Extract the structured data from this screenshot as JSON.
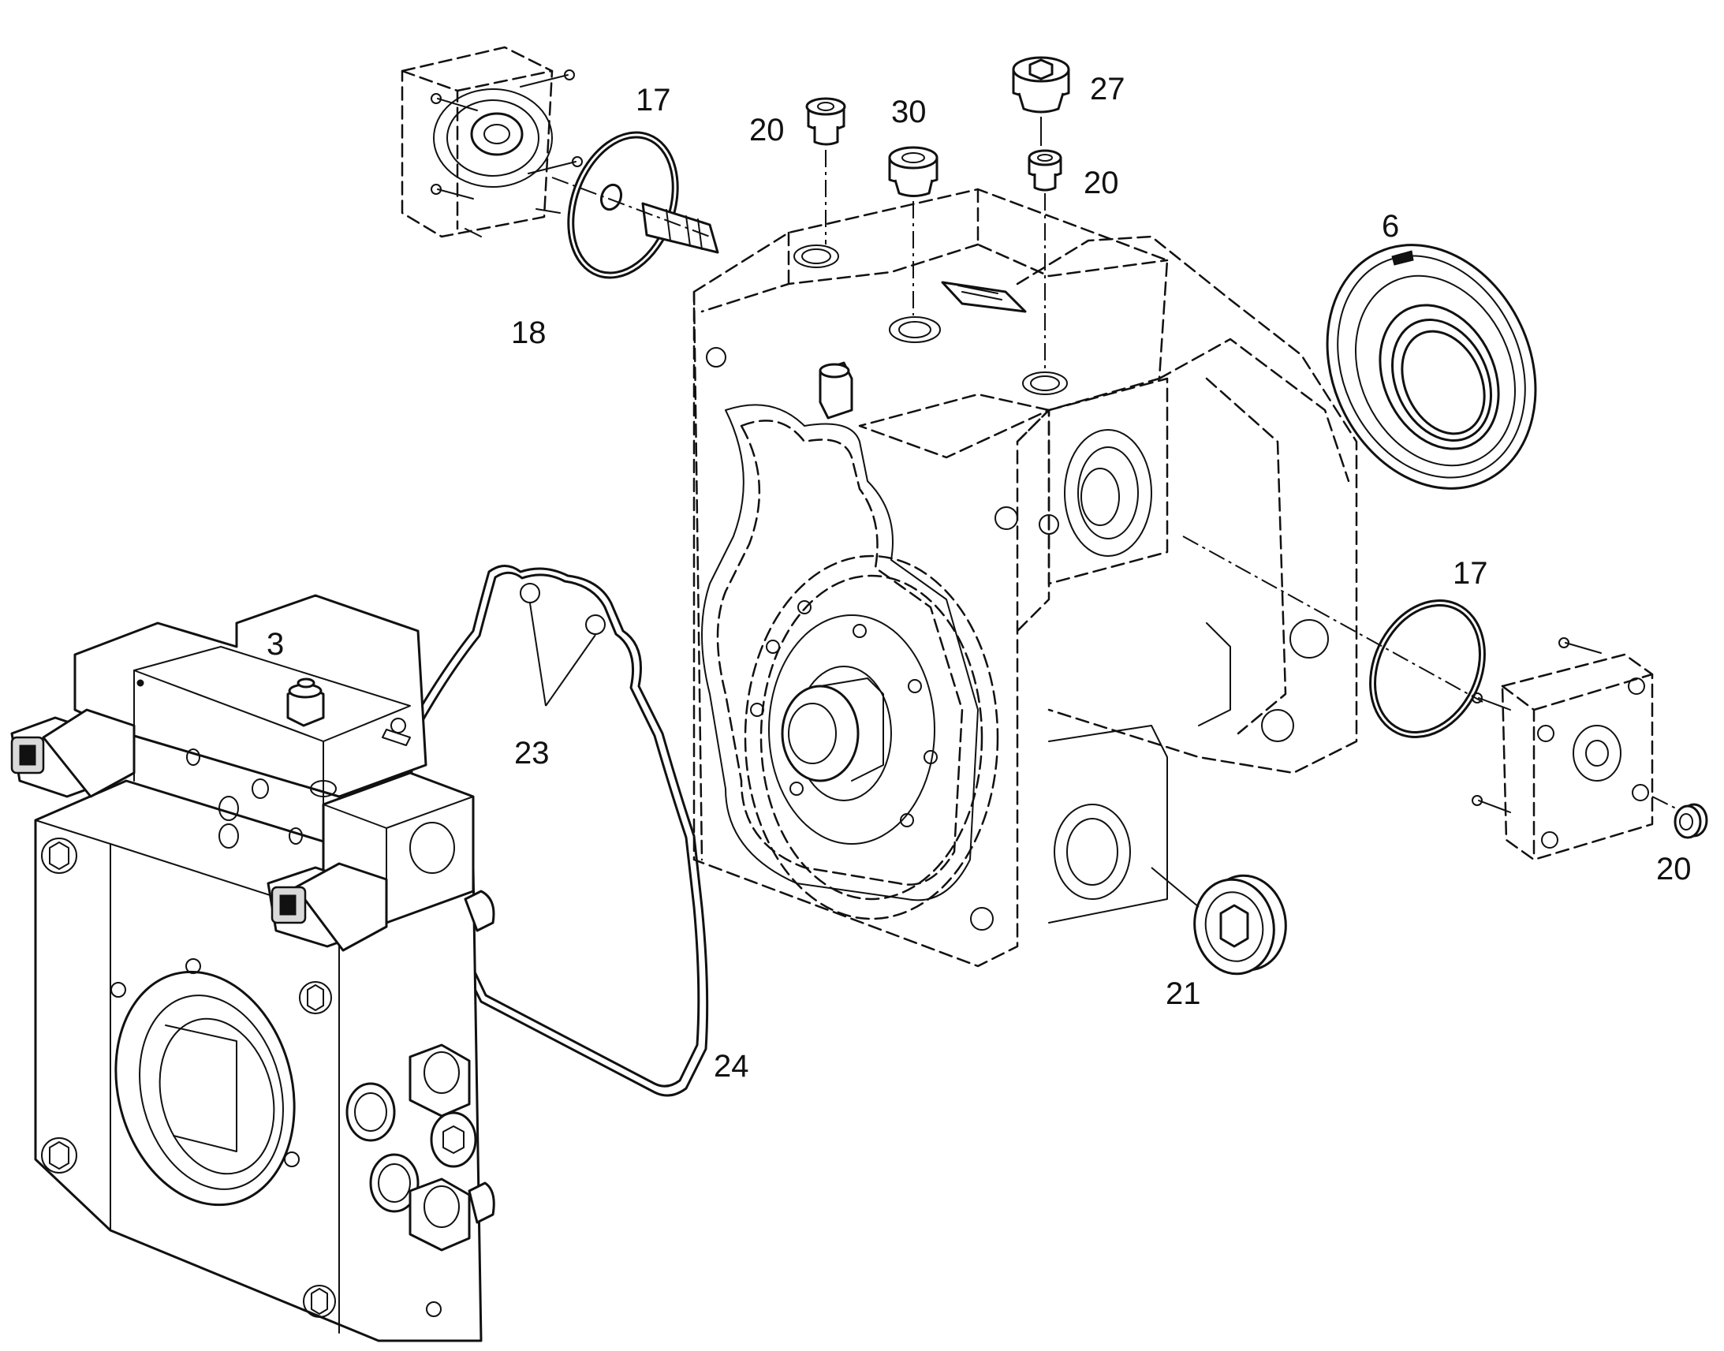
{
  "callouts": [
    {
      "id": "c3",
      "text": "3"
    },
    {
      "id": "c6",
      "text": "6"
    },
    {
      "id": "c17a",
      "text": "17"
    },
    {
      "id": "c17b",
      "text": "17"
    },
    {
      "id": "c18",
      "text": "18"
    },
    {
      "id": "c20a",
      "text": "20"
    },
    {
      "id": "c20b",
      "text": "20"
    },
    {
      "id": "c20c",
      "text": "20"
    },
    {
      "id": "c21",
      "text": "21"
    },
    {
      "id": "c23",
      "text": "23"
    },
    {
      "id": "c24",
      "text": "24"
    },
    {
      "id": "c27",
      "text": "27"
    },
    {
      "id": "c30",
      "text": "30"
    }
  ]
}
